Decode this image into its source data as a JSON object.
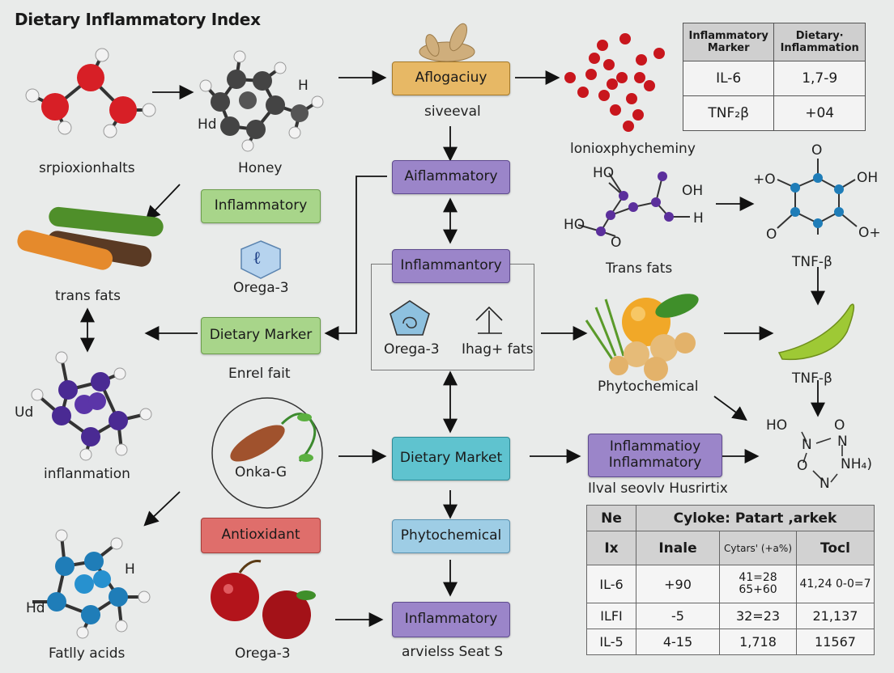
{
  "title": "Dietary Inflammatory Index",
  "boxes": {
    "aflogaciuy": "Aflogaciuy",
    "aiflammatory": "Aiflammatory",
    "inflammantory": "Inflammantory",
    "dietary_market": "Dietary Market",
    "phytochemical": "Phytochemical",
    "inflammatory_bottom": "Inflammatory",
    "inflammatory_green": "Inflammatory",
    "dietary_marker": "Dietary Marker",
    "antioxidant": "Antioxidant",
    "inflammatioy": "Inflammatioy Inflammatory"
  },
  "labels": {
    "srpioxionhalts": "srpioxionhalts",
    "honey": "Honey",
    "siveeval": "siveeval",
    "lonioxphy": "lonioxphycheminy",
    "trans_fats_left": "trans fats",
    "orega3_green": "Orega-3",
    "enrel_fait": "Enrel fait",
    "trans_fats_right": "Trans fats",
    "tnf_b_1": "TNF-β",
    "tnf_b_2": "TNF-β",
    "inflanmation": "inflanmation",
    "phytochemical_label": "Phytochemical",
    "orega3_frame": "Orega-3",
    "ihag_fats": "Ihag+ fats",
    "onka": "Onka-G",
    "ilval": "Ilval seovlv Husrirtix",
    "fatlly": "Fatlly acids",
    "orega3_bottom": "Orega-3",
    "arvielss": "arvielss Seat S"
  },
  "mol": {
    "honey_h": "H",
    "honey_hd": "Hd",
    "ud": "Ud",
    "fat_h": "H",
    "fat_hd": "Hd",
    "trans_ho_top": "HO",
    "trans_oh": "OH",
    "trans_ho": "HO",
    "trans_h": "H",
    "trans_o": "O",
    "ring_o_top": "O",
    "ring_plus_o": "+O",
    "ring_oh": "OH",
    "ring_o_plus": "O+",
    "ring_o_bot": "O",
    "tri_ho": "HO",
    "tri_o": "O",
    "tri_n1": "N",
    "tri_n2": "N",
    "tri_o2": "O",
    "tri_nh": "NH₄)",
    "tri_n3": "N",
    "onka_icon": "ℓ"
  },
  "table1": {
    "headers": [
      "Inflammatory Marker",
      "Dietary· Inflammation"
    ],
    "rows": [
      [
        "IL-6",
        "1,7-9"
      ],
      [
        "TNF₂β",
        "+04"
      ]
    ]
  },
  "table2": {
    "header_top": [
      "Ne",
      "Cyloke: Patart ,arkek"
    ],
    "header_sub": [
      "Ix",
      "Inale",
      "Cytars' (+a%)",
      "Tocl"
    ],
    "rows": [
      [
        "IL-6",
        "+90",
        "41=28 65+60",
        "41,24 0-0=7"
      ],
      [
        "ILFI",
        "-5",
        "32=23",
        "21,137"
      ],
      [
        "IL-5",
        "4-15",
        "1,718",
        "11567"
      ]
    ]
  },
  "colors": {
    "orange": "#e7b865",
    "purple": "#9b85c9",
    "green": "#a8d58a",
    "teal": "#5fc3cf",
    "light_blue": "#9ecde5",
    "red": "#df6e6b"
  }
}
